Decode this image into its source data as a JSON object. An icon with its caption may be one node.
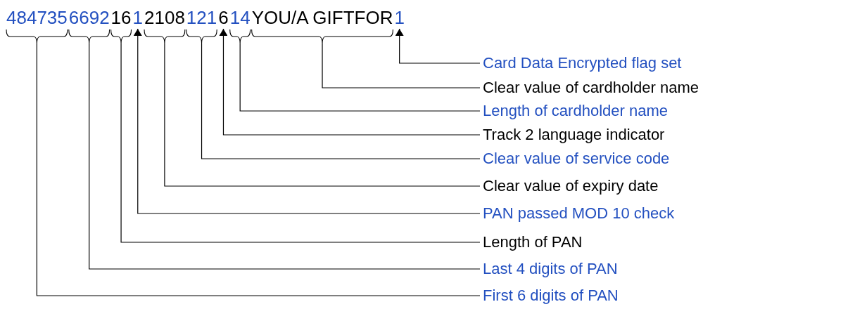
{
  "diagram": {
    "nodes": [
      {
        "text": [
          "484735"
        ]
      },
      {
        "text": [
          "6692"
        ]
      },
      {
        "text": [
          "16"
        ]
      },
      {
        "text": [
          "1"
        ]
      },
      {
        "text": [
          "2108"
        ]
      },
      {
        "text": [
          "121"
        ]
      },
      {
        "text": [
          "6"
        ]
      },
      {
        "text": [
          "14"
        ]
      },
      {
        "text": [
          "YOU/A GIFTFOR"
        ]
      },
      {
        "text": [
          "1"
        ]
      },
      {
        "text": [
          "Card Data Encrypted flag set"
        ]
      },
      {
        "text": [
          "Clear value of cardholder name"
        ]
      },
      {
        "text": [
          "Length of cardholder name"
        ]
      },
      {
        "text": [
          "Track 2 language indicator"
        ]
      },
      {
        "text": [
          "Clear value of service code"
        ]
      },
      {
        "text": [
          "Clear value of expiry date"
        ]
      },
      {
        "text": [
          "PAN passed MOD 10 check"
        ]
      },
      {
        "text": [
          "Length of PAN"
        ]
      },
      {
        "text": [
          "Last 4 digits of PAN"
        ]
      },
      {
        "text": [
          "First 6 digits of PAN"
        ]
      }
    ],
    "edges": [
      {
        "from": 10,
        "to": 9,
        "arrow": "to"
      },
      {
        "from": 11,
        "to": 8,
        "arrow": "none"
      },
      {
        "from": 12,
        "to": 7,
        "arrow": "none"
      },
      {
        "from": 13,
        "to": 6,
        "arrow": "to"
      },
      {
        "from": 14,
        "to": 5,
        "arrow": "none"
      },
      {
        "from": 15,
        "to": 4,
        "arrow": "none"
      },
      {
        "from": 16,
        "to": 3,
        "arrow": "to"
      },
      {
        "from": 17,
        "to": 2,
        "arrow": "none"
      },
      {
        "from": 18,
        "to": 1,
        "arrow": "none"
      },
      {
        "from": 19,
        "to": 0,
        "arrow": "none"
      }
    ]
  }
}
